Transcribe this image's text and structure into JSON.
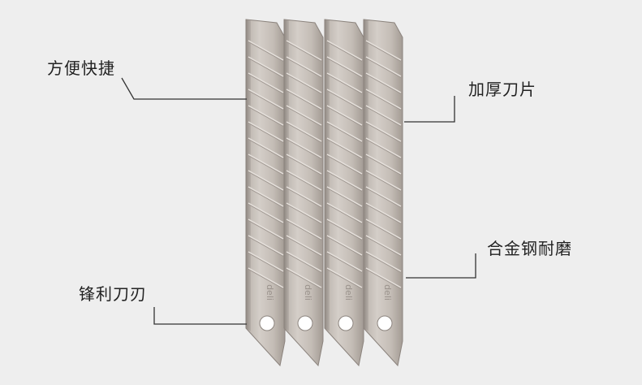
{
  "labels": {
    "convenient": "方便快捷",
    "sharp_edge": "锋利刀刃",
    "thick_blade": "加厚刀片",
    "alloy_steel": "合金钢耐磨"
  },
  "blades": {
    "count": 4,
    "segments_per_blade": 14,
    "brand_mark": "deli"
  },
  "colors": {
    "background": "#eeeeee",
    "blade_light": "#c9c2bb",
    "blade_dark": "#8e8680",
    "line": "#333333"
  }
}
